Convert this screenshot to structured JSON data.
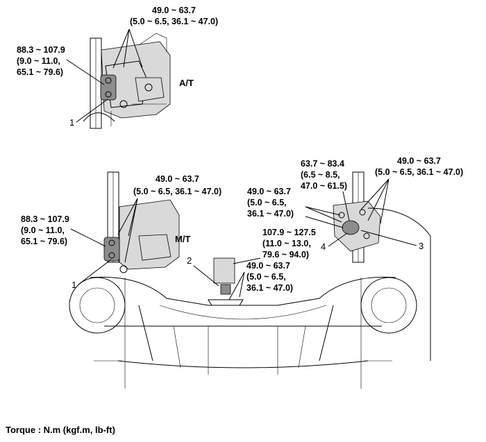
{
  "at_view": {
    "label": "A/T",
    "callouts": {
      "top": [
        "49.0 ~ 63.7",
        "(5.0 ~ 6.5, 36.1 ~ 47.0)"
      ],
      "left": [
        "88.3 ~ 107.9",
        "(9.0 ~ 11.0,",
        "65.1 ~ 79.6)"
      ]
    },
    "part_numbers": {
      "p1": "1"
    }
  },
  "mt_view": {
    "label": "M/T",
    "callouts": {
      "top_left": [
        "49.0 ~ 63.7",
        "(5.0 ~ 6.5, 36.1 ~ 47.0)"
      ],
      "left": [
        "88.3 ~ 107.9",
        "(9.0 ~ 11.0,",
        "65.1 ~ 79.6)"
      ],
      "center": [
        "107.9 ~ 127.5",
        "(11.0 ~ 13.0,",
        "79.6 ~ 94.0)"
      ],
      "center_low": [
        "49.0 ~ 63.7",
        "(5.0 ~ 6.5,",
        "36.1 ~ 47.0)"
      ],
      "right_mid": [
        "49.0 ~ 63.7",
        "(5.0 ~ 6.5,",
        "36.1 ~ 47.0)"
      ],
      "right_top": [
        "63.7 ~ 83.4",
        "(6.5 ~ 8.5,",
        "47.0 ~ 61.5)"
      ],
      "far_right": [
        "49.0 ~ 63.7",
        "(5.0 ~ 6.5, 36.1 ~ 47.0)"
      ]
    },
    "part_numbers": {
      "p1": "1",
      "p2": "2",
      "p3": "3",
      "p4": "4"
    }
  },
  "torque_note": "Torque : N.m (kgf.m, lb-ft)"
}
